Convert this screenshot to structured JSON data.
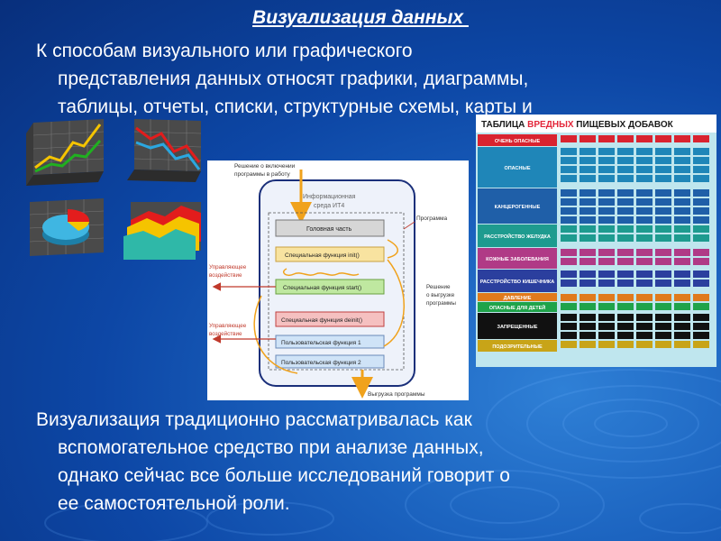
{
  "slide": {
    "title": "Визуализация данных ",
    "paragraph1": {
      "line1": "К способам визуального или графического",
      "line2": "представления данных относят графики, диаграммы,",
      "line3": "таблицы, отчеты, списки, структурные схемы, карты и"
    },
    "paragraph2": {
      "line1": "Визуализация традиционно рассматривалась как",
      "line2": "вспомогательное средство при анализе данных,",
      "line3": "однако сейчас все больше исследований говорит о",
      "line4": "ее самостоятельной роли."
    }
  },
  "diagram": {
    "top_label_1": "Решение о включении",
    "top_label_2": "программы в работу",
    "env_label_1": "Информационная",
    "env_label_2": "среда ИТ4",
    "program_label": "Программа",
    "head_part": "Головная часть",
    "func_init": "Специальная функция init()",
    "func_start": "Специальная функция start()",
    "func_deinit": "Специальная функция deinit()",
    "user_func_1": "Пользовательская функция 1",
    "user_func_2": "Пользовательская функция 2",
    "control_1_a": "Управляющее",
    "control_1_b": "воздействие",
    "control_2_a": "Управляющее",
    "control_2_b": "воздействие",
    "unload_decision_1": "Решение",
    "unload_decision_2": "о выгрузке",
    "unload_decision_3": "программы",
    "unload_label": "Выгрузка программы"
  },
  "additives_table": {
    "title_part1": "ТАБЛИЦА ",
    "title_part2": "ВРЕДНЫХ",
    "title_part3": " ПИЩЕВЫХ ДОБАВОК",
    "categories": [
      "ОЧЕНЬ ОПАСНЫЕ",
      "ОПАСНЫЕ",
      "КАНЦЕРОГЕННЫЕ",
      "РАССТРОЙСТВО ЖЕЛУДКА",
      "КОЖНЫЕ ЗАБОЛЕВАНИЯ",
      "РАССТРОЙСТВО КИШЕЧНИКА",
      "ДАВЛЕНИЕ",
      "ОПАСНЫЕ ДЛЯ ДЕТЕЙ",
      "ЗАПРЕЩЕННЫЕ",
      "ПОДОЗРИТЕЛЬНЫЕ"
    ]
  }
}
